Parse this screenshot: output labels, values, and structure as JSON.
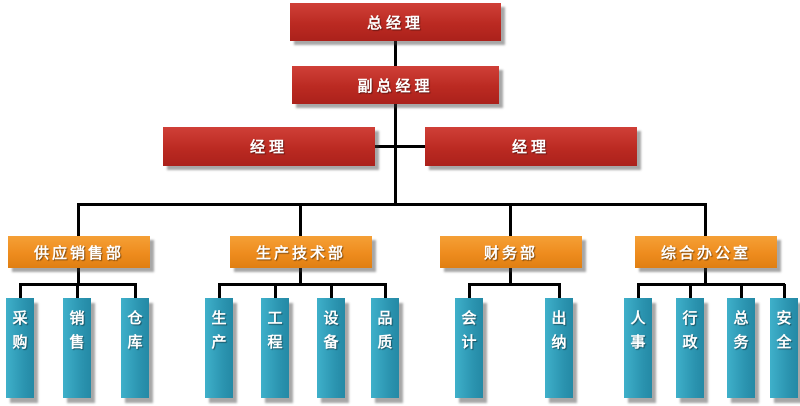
{
  "org": {
    "general_manager": {
      "label": "总经理"
    },
    "deputy_general_manager": {
      "label": "副总经理"
    },
    "managers": [
      {
        "label": "经理"
      },
      {
        "label": "经理"
      }
    ],
    "departments": [
      {
        "label": "供应销售部",
        "units": [
          {
            "label": "采购"
          },
          {
            "label": "销售"
          },
          {
            "label": "仓库"
          }
        ]
      },
      {
        "label": "生产技术部",
        "units": [
          {
            "label": "生产"
          },
          {
            "label": "工程"
          },
          {
            "label": "设备"
          },
          {
            "label": "品质"
          }
        ]
      },
      {
        "label": "财务部",
        "units": [
          {
            "label": "会计"
          },
          {
            "label": "出纳"
          }
        ]
      },
      {
        "label": "综合办公室",
        "units": [
          {
            "label": "人事"
          },
          {
            "label": "行政"
          },
          {
            "label": "总务"
          },
          {
            "label": "安全"
          }
        ]
      }
    ]
  },
  "colors": {
    "executive_box": "#bb2a22",
    "department_box": "#ee8c1e",
    "unit_box": "#2b94b0",
    "connector_line": "#000000",
    "label_text": "#ffffff",
    "background": "#ffffff"
  }
}
